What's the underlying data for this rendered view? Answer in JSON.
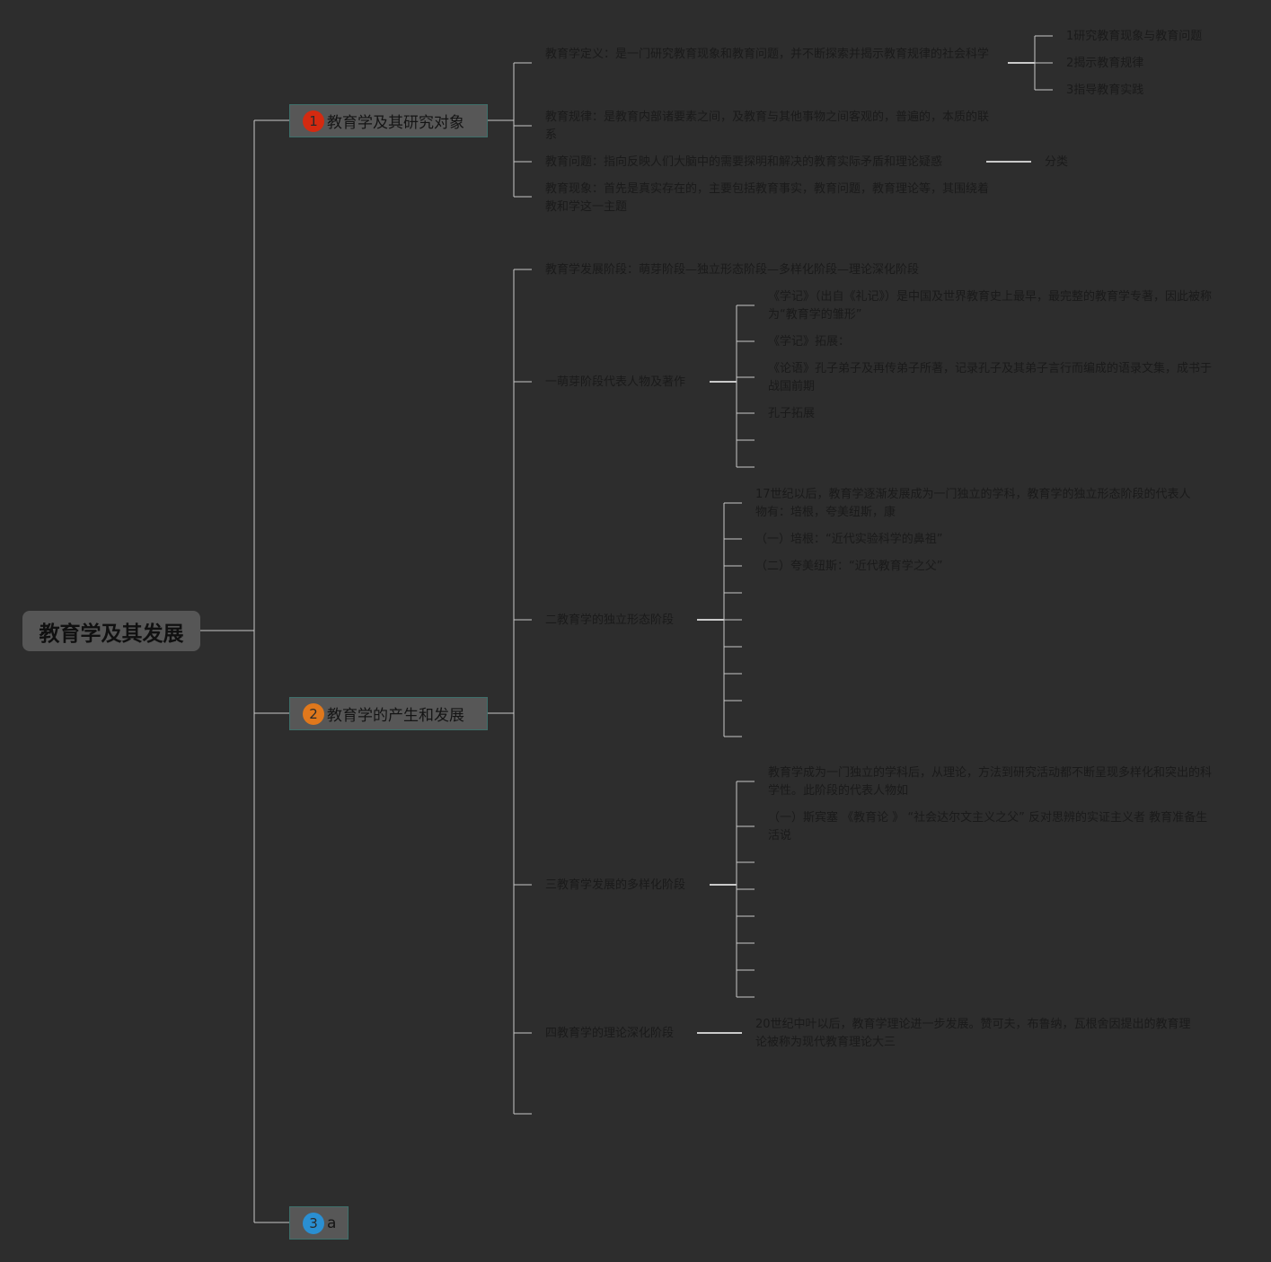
{
  "root": {
    "label": "教育学及其发展"
  },
  "branches": [
    {
      "num": "1",
      "label": "教育学及其研究对象",
      "badge_color": "#d42a10"
    },
    {
      "num": "2",
      "label": "教育学的产生和发展",
      "badge_color": "#e0781c"
    },
    {
      "num": "3",
      "label": "a",
      "badge_color": "#2a8fd2"
    }
  ],
  "b1": {
    "definition": "教育学定义：是一门研究教育现象和教育问题，并不断探索并揭示教育规律的社会科学",
    "definition_children": [
      "1研究教育现象与教育问题",
      "2揭示教育规律",
      "3指导教育实践"
    ],
    "law": "教育规律：是教育内部诸要素之间，及教育与其他事物之间客观的，普遍的，本质的联系",
    "problem": "教育问题：指向反映人们大脑中的需要探明和解决的教育实际矛盾和理论疑惑",
    "problem_child": "分类",
    "phenomenon": "教育现象：首先是真实存在的，主要包括教育事实，教育问题，教育理论等，其围绕着教和学这一主题"
  },
  "b2": {
    "stages": "教育学发展阶段：萌芽阶段—独立形态阶段—多样化阶段—理论深化阶段",
    "s1": {
      "label": "一萌芽阶段代表人物及著作",
      "children": [
        "《学记》（出自《礼记》）是中国及世界教育史上最早，最完整的教育学专著，因此被称为“教育学的雏形”",
        "《学记》拓展：",
        "《论语》孔子弟子及再传弟子所著，记录孔子及其弟子言行而编成的语录文集，成书于战国前期",
        "孔子拓展"
      ]
    },
    "s2": {
      "label": "二教育学的独立形态阶段",
      "children": [
        "17世纪以后，教育学逐渐发展成为一门独立的学科，教育学的独立形态阶段的代表人物有：培根，夸美纽斯，康",
        "（一）培根：“近代实验科学的鼻祖”",
        "（二）夸美纽斯：“近代教育学之父”"
      ]
    },
    "s3": {
      "label": "三教育学发展的多样化阶段",
      "children": [
        "教育学成为一门独立的学科后，从理论，方法到研究活动都不断呈现多样化和突出的科学性。此阶段的代表人物如",
        "（一）斯宾塞 《教育论 》 “社会达尔文主义之父” 反对思辨的实证主义者 教育准备生活说"
      ]
    },
    "s4": {
      "label": "四教育学的理论深化阶段",
      "child": "20世纪中叶以后，教育学理论进一步发展。赞可夫，布鲁纳，瓦根舍因提出的教育理论被称为现代教育理论大三"
    }
  }
}
